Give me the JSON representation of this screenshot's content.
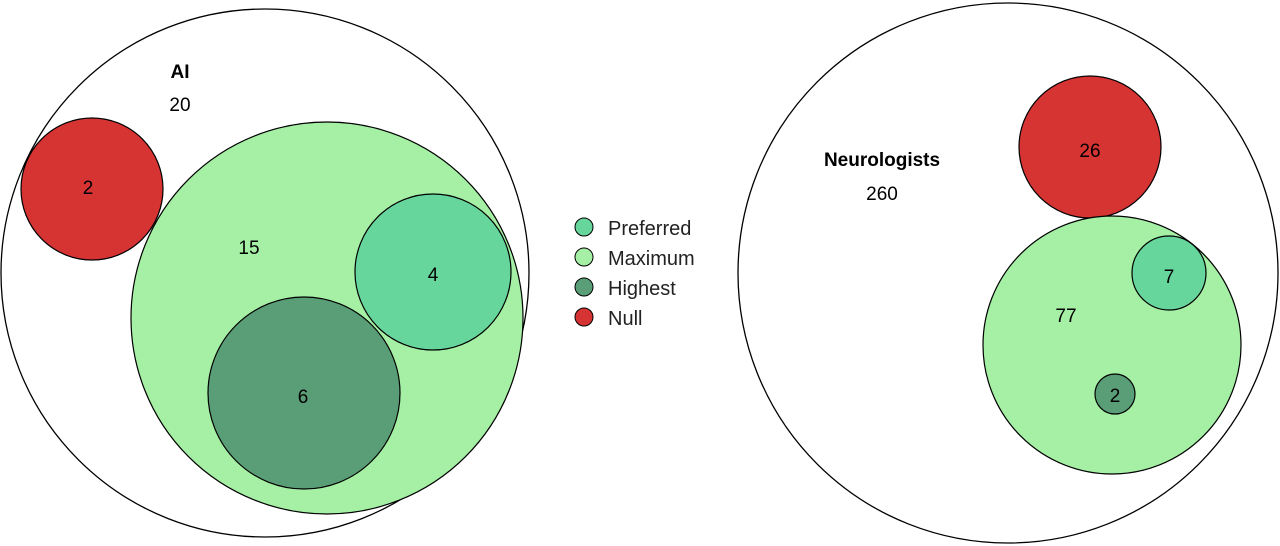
{
  "colors": {
    "preferred": "#66d69c",
    "maximum": "#a5f0a5",
    "highest": "#5a9e77",
    "null": "#d63433"
  },
  "legend": [
    {
      "key": "preferred",
      "label": "Preferred"
    },
    {
      "key": "maximum",
      "label": "Maximum"
    },
    {
      "key": "highest",
      "label": "Highest"
    },
    {
      "key": "null",
      "label": "Null"
    }
  ],
  "groups": {
    "ai": {
      "title": "AI",
      "total": "20",
      "null": "2",
      "maximum": "15",
      "preferred": "4",
      "highest": "6"
    },
    "neurologists": {
      "title": "Neurologists",
      "total": "260",
      "null": "26",
      "maximum": "77",
      "preferred": "7",
      "highest": "2"
    }
  }
}
